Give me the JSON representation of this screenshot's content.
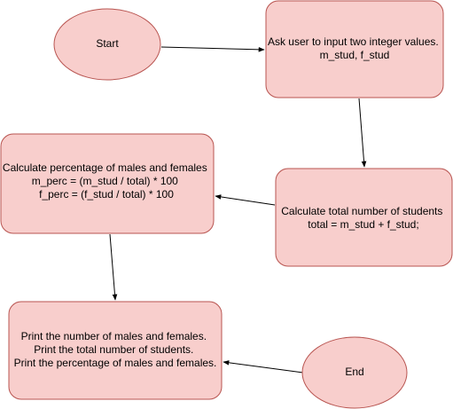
{
  "nodes": {
    "start": {
      "lines": [
        "Start"
      ]
    },
    "input": {
      "lines": [
        "Ask user to input two integer values.",
        "m_stud, f_stud"
      ]
    },
    "total": {
      "lines": [
        "Calculate total number of students",
        "total = m_stud + f_stud;"
      ]
    },
    "percentage": {
      "lines": [
        "Calculate percentage of males and females",
        "m_perc = (m_stud / total) * 100",
        "f_perc = (f_stud / total) * 100"
      ]
    },
    "print": {
      "lines": [
        "Print the number of males and females.",
        "Print the total number of students.",
        "Print the percentage of males and females."
      ]
    },
    "end": {
      "lines": [
        "End"
      ]
    }
  },
  "colors": {
    "fill": "#f8cecc",
    "stroke": "#b85450",
    "text": "#000000",
    "edge": "#000000"
  }
}
